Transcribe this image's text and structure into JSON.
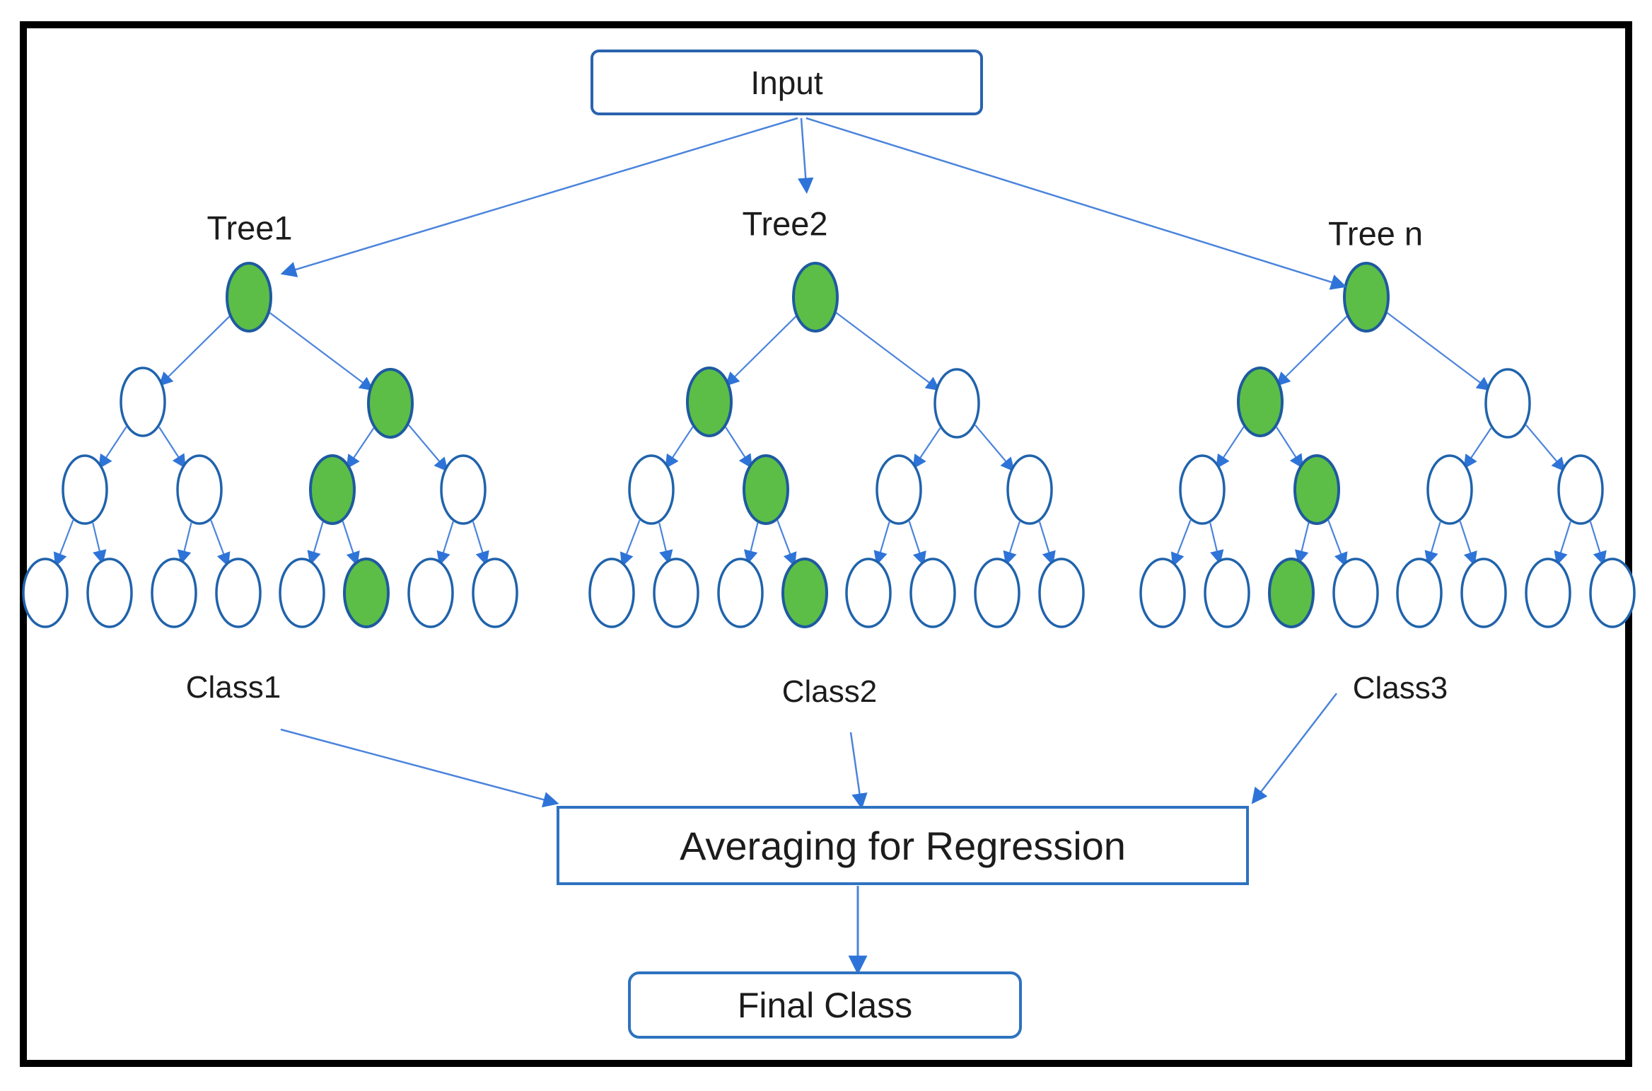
{
  "diagram": {
    "type": "random-forest-flowchart",
    "input_box": {
      "label": "Input"
    },
    "averaging_box": {
      "label": "Averaging for Regression"
    },
    "final_box": {
      "label": "Final Class"
    },
    "trees": [
      {
        "title": "Tree1",
        "green_l1": 1,
        "green_l2": 2,
        "green_l3": 5
      },
      {
        "title": "Tree2",
        "green_l1": 0,
        "green_l2": 1,
        "green_l3": 3
      },
      {
        "title": "Tree n",
        "green_l1": 0,
        "green_l2": 1,
        "green_l3": 2
      }
    ],
    "class_labels": [
      "Class1",
      "Class2",
      "Class3"
    ],
    "colors": {
      "node_stroke": "#2063ac",
      "green_fill": "#5cbe46",
      "green_stroke": "#1e5aa0",
      "white_fill": "#ffffff",
      "arrow_line": "#4b84dc",
      "arrow_head": "#2e74d8",
      "frame": "#000000",
      "box_border": "#2e72c0",
      "text": "#1c1c1c"
    }
  }
}
